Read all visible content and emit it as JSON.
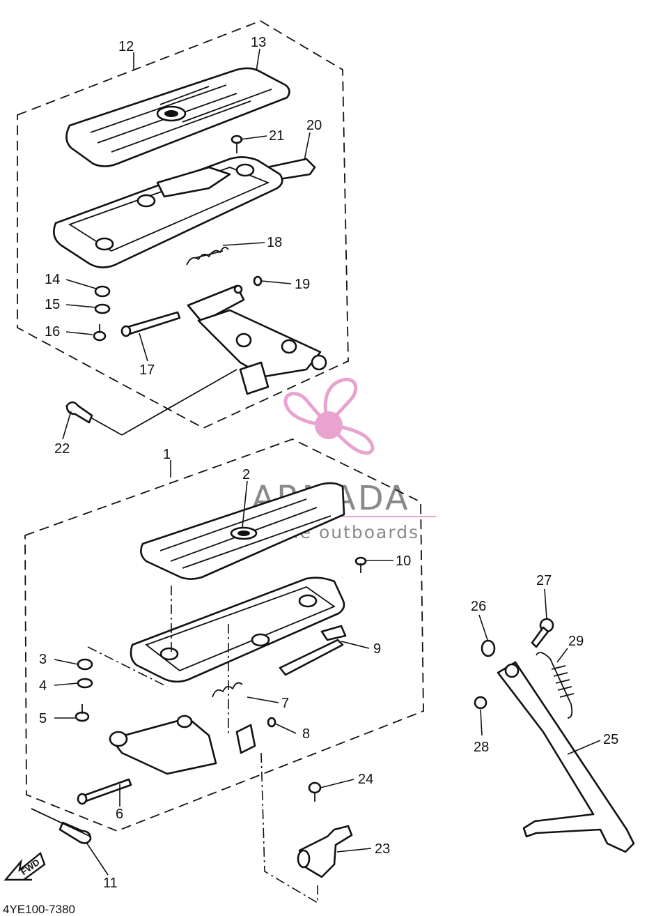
{
  "diagram": {
    "code": "4YE100-7380",
    "fwd_label": "FWD",
    "watermark": {
      "brand": "ARMADA",
      "tagline": "marine outboards",
      "brand_color": "#e8a3cf",
      "logo_icon": "propeller-icon"
    },
    "labels": {
      "p1": "1",
      "p2": "2",
      "p3": "3",
      "p4": "4",
      "p5": "5",
      "p6": "6",
      "p7": "7",
      "p8": "8",
      "p9": "9",
      "p10": "10",
      "p11": "11",
      "p12": "12",
      "p13": "13",
      "p14": "14",
      "p15": "15",
      "p16": "16",
      "p17": "17",
      "p18": "18",
      "p19": "19",
      "p20": "20",
      "p21": "21",
      "p22": "22",
      "p23": "23",
      "p24": "24",
      "p25": "25",
      "p26": "26",
      "p27": "27",
      "p28": "28",
      "p29": "29"
    }
  }
}
